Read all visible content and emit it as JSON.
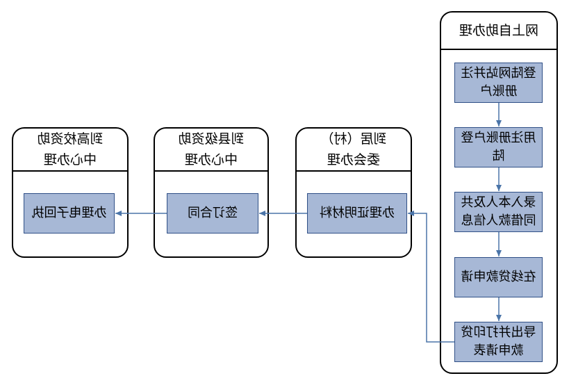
{
  "panels": {
    "online": "网上自助办理",
    "village": "到居（村）\n委会办理",
    "county": "到县级资助\n中心办理",
    "university": "到高校资助\n中心办理"
  },
  "steps": {
    "register": "登陆网站并注\n册账户",
    "login": "用注册账户登\n陆",
    "enter_info": "录入本人及共\n同借款人信息",
    "apply": "在线贷款申请",
    "export": "导出并打印贷\n款申请表",
    "certify": "办理证明材料",
    "contract": "签订合同",
    "receipt": "办理电子回执"
  },
  "colors": {
    "box_fill": "#a7b8d6",
    "box_border": "#2f4f86",
    "arrow": "#4a74a8"
  }
}
